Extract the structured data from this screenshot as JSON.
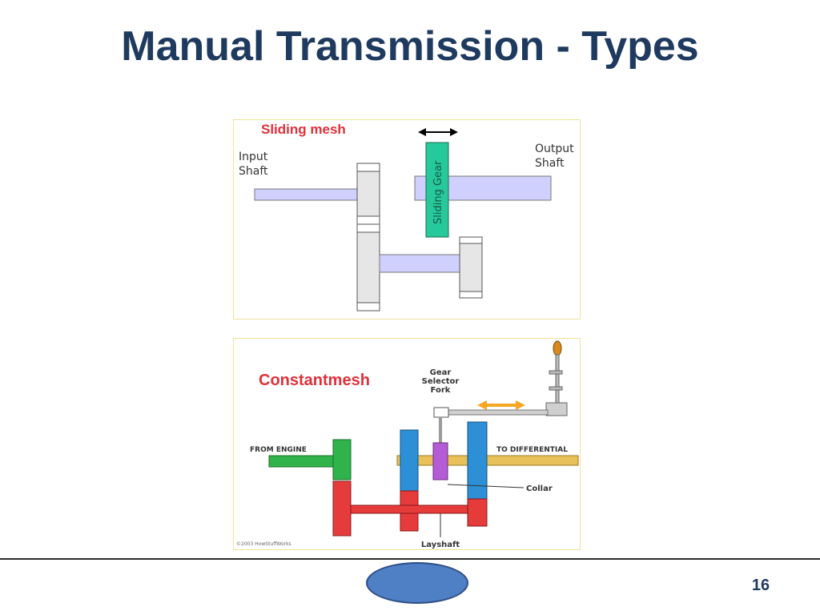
{
  "slide": {
    "title": "Manual Transmission - Types",
    "page_number": "16"
  },
  "sliding_mesh": {
    "title": "Sliding mesh",
    "input_label_1": "Input",
    "input_label_2": "Shaft",
    "output_label_1": "Output",
    "output_label_2": "Shaft",
    "sliding_gear_label": "Sliding Gear"
  },
  "constant_mesh": {
    "title": "Constantmesh",
    "fork_label_1": "Gear",
    "fork_label_2": "Selector",
    "fork_label_3": "Fork",
    "from_engine": "FROM ENGINE",
    "to_differential": "TO DIFFERENTIAL",
    "collar": "Collar",
    "layshaft": "Layshaft",
    "copyright": "©2003 HowStuffWorks"
  },
  "colors": {
    "title": "#1f3a5f",
    "sliding_gear": "#26c99a",
    "shaft": "#d0d0ff",
    "gear_grey": "#e6e6e6",
    "engine_green": "#2fb34a",
    "gear_blue": "#2d8fd6",
    "gear_red": "#e53b3b",
    "collar_purple": "#b45cd6",
    "output_yellow": "#e8c15a",
    "arrow_orange": "#f5a623"
  }
}
